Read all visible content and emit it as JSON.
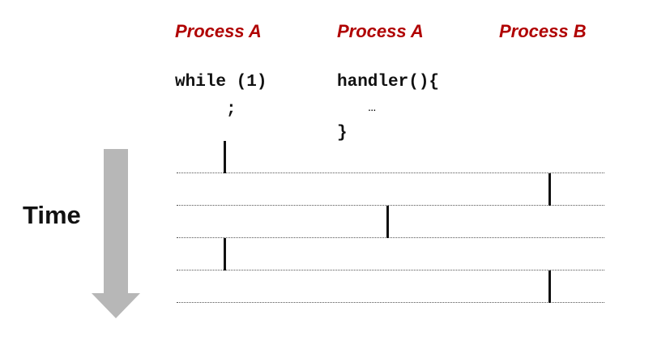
{
  "columns": [
    {
      "title": "Process A",
      "code": [
        "while (1)",
        "     ;"
      ]
    },
    {
      "title": "Process A",
      "code": [
        "handler(){",
        "    …",
        "}"
      ]
    },
    {
      "title": "Process B",
      "code": []
    }
  ],
  "time_label": "Time",
  "timeline": {
    "slots": 5,
    "active_column_per_slot": [
      0,
      2,
      1,
      0,
      2
    ]
  },
  "colors": {
    "title": "#b00000",
    "arrow": "#b7b7b7"
  }
}
